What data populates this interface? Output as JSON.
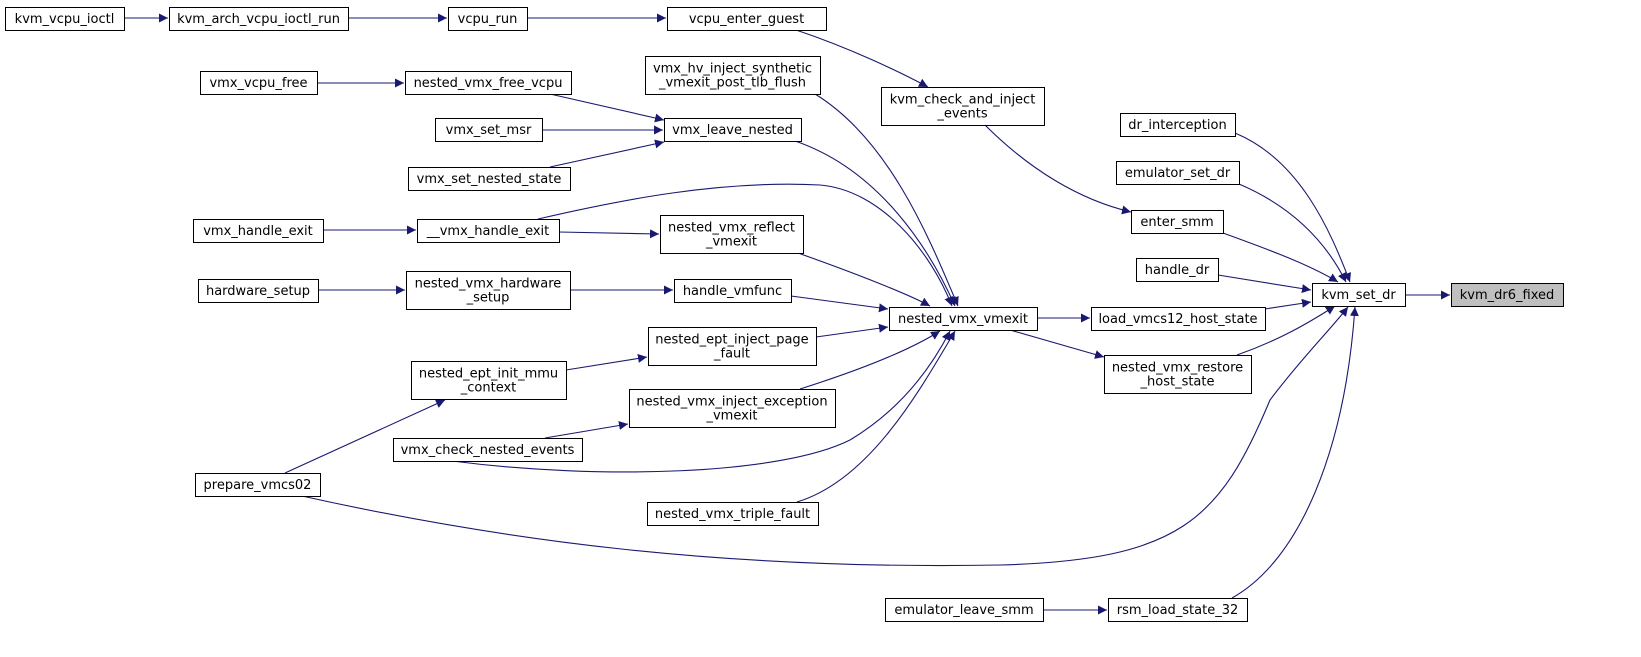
{
  "colors": {
    "edge": "#191970",
    "highlight_fill": "#bfbfbf",
    "node_fill": "#ffffff",
    "node_stroke": "#000000"
  },
  "nodes": [
    {
      "id": "kvm_vcpu_ioctl",
      "lines": [
        "kvm_vcpu_ioctl"
      ]
    },
    {
      "id": "kvm_arch_vcpu_ioctl_run",
      "lines": [
        "kvm_arch_vcpu_ioctl_run"
      ]
    },
    {
      "id": "vcpu_run",
      "lines": [
        "vcpu_run"
      ]
    },
    {
      "id": "vcpu_enter_guest",
      "lines": [
        "vcpu_enter_guest"
      ]
    },
    {
      "id": "vmx_vcpu_free",
      "lines": [
        "vmx_vcpu_free"
      ]
    },
    {
      "id": "nested_vmx_free_vcpu",
      "lines": [
        "nested_vmx_free_vcpu"
      ]
    },
    {
      "id": "vmx_hv_inject",
      "lines": [
        "vmx_hv_inject_synthetic",
        "_vmexit_post_tlb_flush"
      ]
    },
    {
      "id": "kvm_check_and_inject",
      "lines": [
        "kvm_check_and_inject",
        "_events"
      ]
    },
    {
      "id": "vmx_set_msr",
      "lines": [
        "vmx_set_msr"
      ]
    },
    {
      "id": "vmx_leave_nested",
      "lines": [
        "vmx_leave_nested"
      ]
    },
    {
      "id": "vmx_set_nested_state",
      "lines": [
        "vmx_set_nested_state"
      ]
    },
    {
      "id": "dr_interception",
      "lines": [
        "dr_interception"
      ]
    },
    {
      "id": "emulator_set_dr",
      "lines": [
        "emulator_set_dr"
      ]
    },
    {
      "id": "enter_smm",
      "lines": [
        "enter_smm"
      ]
    },
    {
      "id": "vmx_handle_exit",
      "lines": [
        "vmx_handle_exit"
      ]
    },
    {
      "id": "__vmx_handle_exit",
      "lines": [
        "__vmx_handle_exit"
      ]
    },
    {
      "id": "nested_vmx_reflect",
      "lines": [
        "nested_vmx_reflect",
        "_vmexit"
      ]
    },
    {
      "id": "handle_dr",
      "lines": [
        "handle_dr"
      ]
    },
    {
      "id": "hardware_setup",
      "lines": [
        "hardware_setup"
      ]
    },
    {
      "id": "nested_vmx_hardware_setup",
      "lines": [
        "nested_vmx_hardware",
        "_setup"
      ]
    },
    {
      "id": "handle_vmfunc",
      "lines": [
        "handle_vmfunc"
      ]
    },
    {
      "id": "kvm_set_dr",
      "lines": [
        "kvm_set_dr"
      ]
    },
    {
      "id": "kvm_dr6_fixed",
      "lines": [
        "kvm_dr6_fixed"
      ],
      "highlight": true
    },
    {
      "id": "nested_vmx_vmexit",
      "lines": [
        "nested_vmx_vmexit"
      ]
    },
    {
      "id": "load_vmcs12_host_state",
      "lines": [
        "load_vmcs12_host_state"
      ]
    },
    {
      "id": "nested_ept_inject_page",
      "lines": [
        "nested_ept_inject_page",
        "_fault"
      ]
    },
    {
      "id": "nested_vmx_restore",
      "lines": [
        "nested_vmx_restore",
        "_host_state"
      ]
    },
    {
      "id": "nested_ept_init_mmu",
      "lines": [
        "nested_ept_init_mmu",
        "_context"
      ]
    },
    {
      "id": "nested_vmx_inject_exception",
      "lines": [
        "nested_vmx_inject_exception",
        "_vmexit"
      ]
    },
    {
      "id": "vmx_check_nested_events",
      "lines": [
        "vmx_check_nested_events"
      ]
    },
    {
      "id": "prepare_vmcs02",
      "lines": [
        "prepare_vmcs02"
      ]
    },
    {
      "id": "nested_vmx_triple_fault",
      "lines": [
        "nested_vmx_triple_fault"
      ]
    },
    {
      "id": "emulator_leave_smm",
      "lines": [
        "emulator_leave_smm"
      ]
    },
    {
      "id": "rsm_load_state_32",
      "lines": [
        "rsm_load_state_32"
      ]
    }
  ],
  "edges": [
    {
      "from": "kvm_vcpu_ioctl",
      "to": "kvm_arch_vcpu_ioctl_run"
    },
    {
      "from": "kvm_arch_vcpu_ioctl_run",
      "to": "vcpu_run"
    },
    {
      "from": "vcpu_run",
      "to": "vcpu_enter_guest"
    },
    {
      "from": "vcpu_enter_guest",
      "to": "kvm_check_and_inject"
    },
    {
      "from": "kvm_check_and_inject",
      "to": "enter_smm"
    },
    {
      "from": "vmx_vcpu_free",
      "to": "nested_vmx_free_vcpu"
    },
    {
      "from": "nested_vmx_free_vcpu",
      "to": "vmx_leave_nested"
    },
    {
      "from": "vmx_set_msr",
      "to": "vmx_leave_nested"
    },
    {
      "from": "vmx_set_nested_state",
      "to": "vmx_leave_nested"
    },
    {
      "from": "vmx_leave_nested",
      "to": "nested_vmx_vmexit"
    },
    {
      "from": "vmx_hv_inject",
      "to": "nested_vmx_vmexit"
    },
    {
      "from": "vmx_handle_exit",
      "to": "__vmx_handle_exit"
    },
    {
      "from": "__vmx_handle_exit",
      "to": "nested_vmx_reflect"
    },
    {
      "from": "__vmx_handle_exit",
      "to": "nested_vmx_vmexit"
    },
    {
      "from": "nested_vmx_reflect",
      "to": "nested_vmx_vmexit"
    },
    {
      "from": "hardware_setup",
      "to": "nested_vmx_hardware_setup"
    },
    {
      "from": "nested_vmx_hardware_setup",
      "to": "handle_vmfunc"
    },
    {
      "from": "handle_vmfunc",
      "to": "nested_vmx_vmexit"
    },
    {
      "from": "nested_ept_init_mmu",
      "to": "nested_ept_inject_page"
    },
    {
      "from": "nested_ept_inject_page",
      "to": "nested_vmx_vmexit"
    },
    {
      "from": "prepare_vmcs02",
      "to": "nested_ept_init_mmu"
    },
    {
      "from": "vmx_check_nested_events",
      "to": "nested_vmx_inject_exception"
    },
    {
      "from": "vmx_check_nested_events",
      "to": "nested_vmx_vmexit"
    },
    {
      "from": "nested_vmx_inject_exception",
      "to": "nested_vmx_vmexit"
    },
    {
      "from": "nested_vmx_triple_fault",
      "to": "nested_vmx_vmexit"
    },
    {
      "from": "nested_vmx_vmexit",
      "to": "load_vmcs12_host_state"
    },
    {
      "from": "nested_vmx_vmexit",
      "to": "nested_vmx_restore"
    },
    {
      "from": "dr_interception",
      "to": "kvm_set_dr"
    },
    {
      "from": "emulator_set_dr",
      "to": "kvm_set_dr"
    },
    {
      "from": "enter_smm",
      "to": "kvm_set_dr"
    },
    {
      "from": "handle_dr",
      "to": "kvm_set_dr"
    },
    {
      "from": "load_vmcs12_host_state",
      "to": "kvm_set_dr"
    },
    {
      "from": "nested_vmx_restore",
      "to": "kvm_set_dr"
    },
    {
      "from": "prepare_vmcs02",
      "to": "kvm_set_dr"
    },
    {
      "from": "rsm_load_state_32",
      "to": "kvm_set_dr"
    },
    {
      "from": "emulator_leave_smm",
      "to": "rsm_load_state_32"
    },
    {
      "from": "kvm_set_dr",
      "to": "kvm_dr6_fixed"
    }
  ]
}
